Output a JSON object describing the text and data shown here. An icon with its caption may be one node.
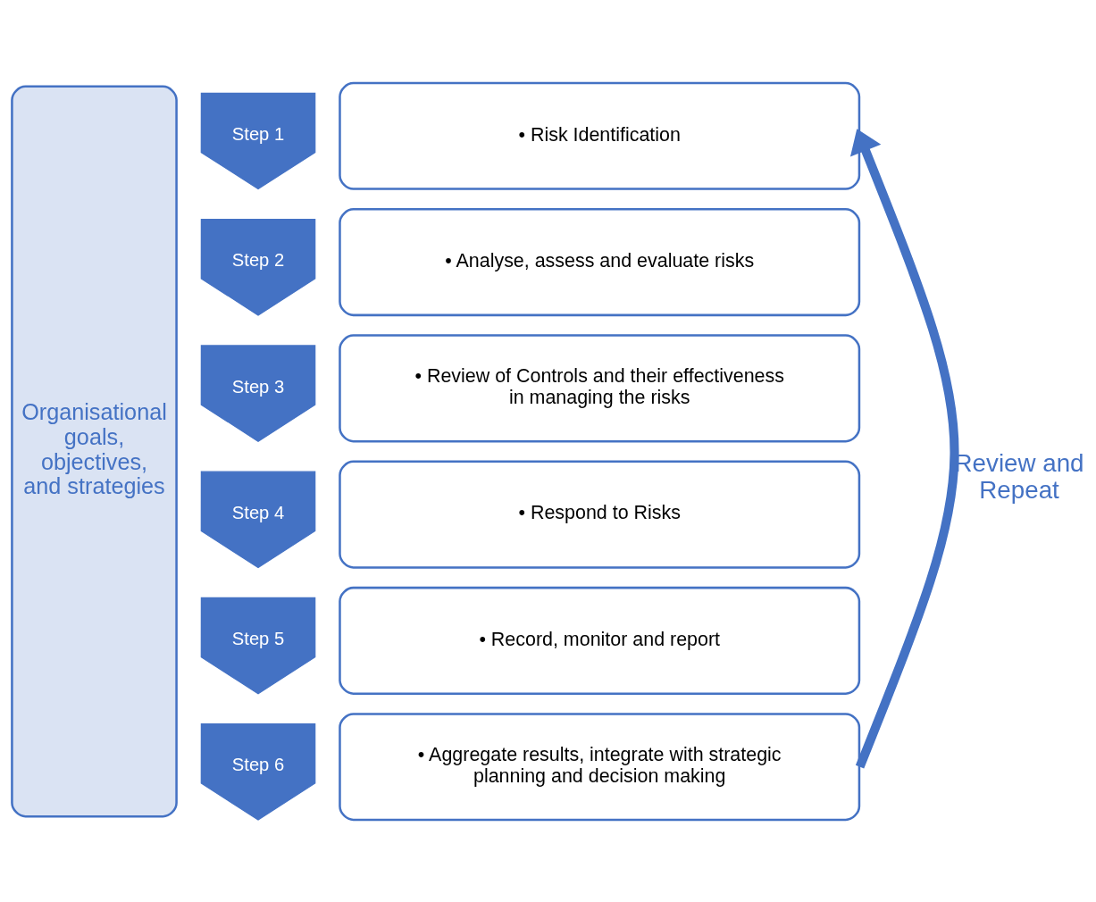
{
  "diagram": {
    "nodes": [
      {
        "text": [
          "Organisational goals, objectives, and strategies"
        ]
      },
      {
        "text": [
          "Step 1"
        ]
      },
      {
        "text": [
          "Step 2"
        ]
      },
      {
        "text": [
          "Step 3"
        ]
      },
      {
        "text": [
          "Step 4"
        ]
      },
      {
        "text": [
          "Step 5"
        ]
      },
      {
        "text": [
          "Step 6"
        ]
      },
      {
        "text": [
          "• Risk Identification"
        ]
      },
      {
        "text": [
          "• Analyse, assess and evaluate risks"
        ]
      },
      {
        "text": [
          "• Review of Controls and their effectiveness in managing the risks"
        ]
      },
      {
        "text": [
          "• Respond to Risks"
        ]
      },
      {
        "text": [
          "• Record, monitor and report"
        ]
      },
      {
        "text": [
          "• Aggregate results, integrate with strategic planning and decision making"
        ]
      }
    ],
    "edges": [
      {
        "from": 12,
        "to": 7,
        "arrow": "to",
        "label": "Review and Repeat"
      }
    ]
  }
}
